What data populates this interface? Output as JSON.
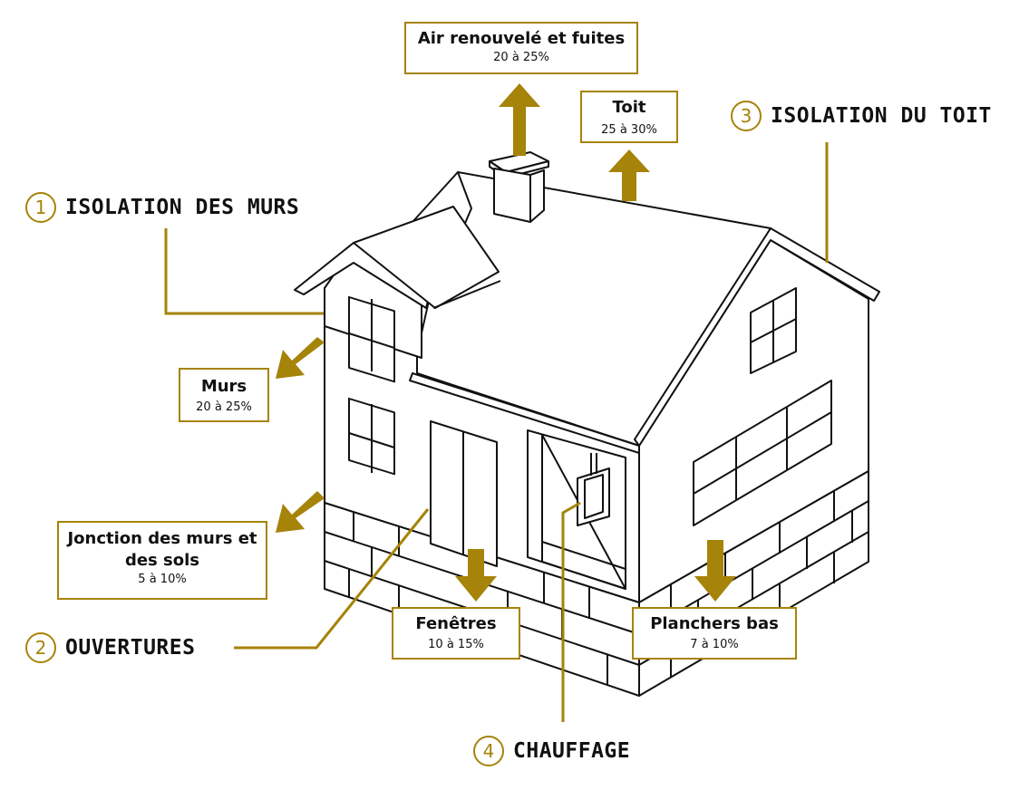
{
  "colors": {
    "accent": "#a68309",
    "outline": "#111111",
    "background": "#ffffff"
  },
  "categories": [
    {
      "number": "1",
      "label": "ISOLATION DES MURS"
    },
    {
      "number": "2",
      "label": "OUVERTURES"
    },
    {
      "number": "3",
      "label": "ISOLATION DU TOIT"
    },
    {
      "number": "4",
      "label": "CHAUFFAGE"
    }
  ],
  "losses": [
    {
      "title": "Air renouvelé et fuites",
      "percent": "20 à 25%"
    },
    {
      "title": "Toit",
      "percent": "25 à 30%"
    },
    {
      "title": "Murs",
      "percent": "20 à 25%"
    },
    {
      "title": "Jonction des murs et des sols",
      "percent": "5 à 10%"
    },
    {
      "title": "Fenêtres",
      "percent": "10 à 15%"
    },
    {
      "title": "Planchers bas",
      "percent": "7 à 10%"
    }
  ]
}
